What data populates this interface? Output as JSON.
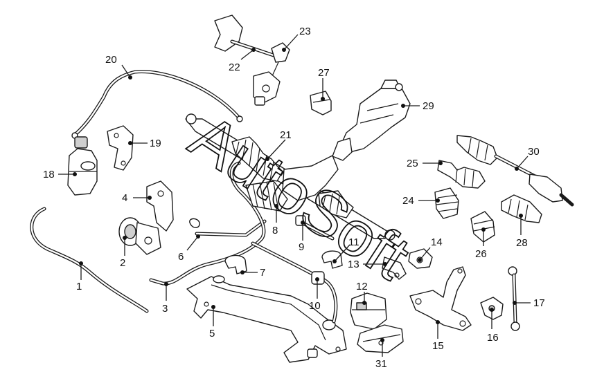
{
  "watermark": {
    "text": "AutoSoft"
  },
  "callouts": [
    {
      "id": "1",
      "label": "1"
    },
    {
      "id": "2",
      "label": "2"
    },
    {
      "id": "3",
      "label": "3"
    },
    {
      "id": "4",
      "label": "4"
    },
    {
      "id": "5",
      "label": "5"
    },
    {
      "id": "6",
      "label": "6"
    },
    {
      "id": "7",
      "label": "7"
    },
    {
      "id": "8",
      "label": "8"
    },
    {
      "id": "9",
      "label": "9"
    },
    {
      "id": "10",
      "label": "10"
    },
    {
      "id": "11",
      "label": "11"
    },
    {
      "id": "12",
      "label": "12"
    },
    {
      "id": "13",
      "label": "13"
    },
    {
      "id": "14",
      "label": "14"
    },
    {
      "id": "15",
      "label": "15"
    },
    {
      "id": "16",
      "label": "16"
    },
    {
      "id": "17",
      "label": "17"
    },
    {
      "id": "18",
      "label": "18"
    },
    {
      "id": "19",
      "label": "19"
    },
    {
      "id": "20",
      "label": "20"
    },
    {
      "id": "21",
      "label": "21"
    },
    {
      "id": "22",
      "label": "22"
    },
    {
      "id": "23",
      "label": "23"
    },
    {
      "id": "24",
      "label": "24"
    },
    {
      "id": "25",
      "label": "25"
    },
    {
      "id": "26",
      "label": "26"
    },
    {
      "id": "27",
      "label": "27"
    },
    {
      "id": "28",
      "label": "28"
    },
    {
      "id": "29",
      "label": "29"
    },
    {
      "id": "30",
      "label": "30"
    },
    {
      "id": "31",
      "label": "31"
    }
  ]
}
